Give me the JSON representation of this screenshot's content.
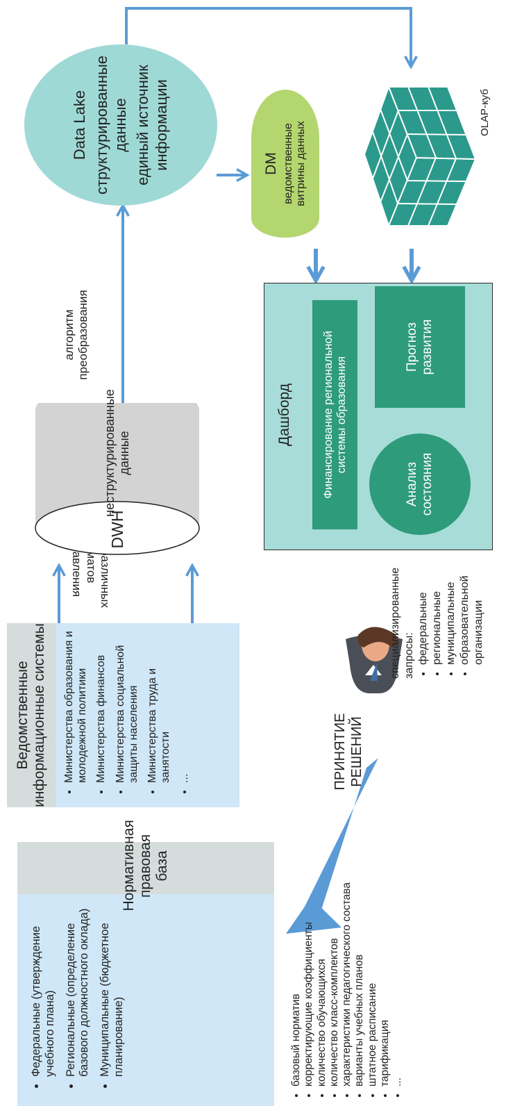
{
  "normative": {
    "title": "Нормативная правовая база",
    "items": [
      "Федеральные (утверждение учебного плана)",
      "Региональные (определение базового должностного оклада)",
      "Муниципальные (бюджетное планирование)"
    ]
  },
  "systems": {
    "title": "Ведомственные информационные системы",
    "items": [
      "Министерства образования и молодежной политики",
      "Министерства финансов",
      "Министерства социальной защиты населения",
      "Министерства труда и занятости",
      "..."
    ]
  },
  "formats_label": "Данные различных форматов представления",
  "dwh": {
    "title": "DWH",
    "subtitle": "неструктурированные данные"
  },
  "algorithm_label": "алгоритм преобразования",
  "data_lake": {
    "title": "Data Lake",
    "line1": "структурированные данные",
    "line2": "единый источник информации"
  },
  "dm": {
    "title": "DM",
    "subtitle": "ведомственные витрины данных"
  },
  "olap_label": "OLAP-куб",
  "dashboard": {
    "title": "Дашборд",
    "financing": "Финансирование региональной системы образования",
    "forecast": "Прогноз развития",
    "analysis": "Анализ состояния"
  },
  "requests": {
    "title": "специализированные запросы:",
    "items": [
      "федеральные",
      "региональные",
      "муниципальные",
      "образовательной организации"
    ]
  },
  "decision_label": "ПРИНЯТИЕ РЕШЕНИЙ",
  "parameters": [
    "базовый норматив",
    "корректирующие коэффициенты",
    "количество обучающихся",
    "количество класс-комплектов",
    "характеристики педагогического состава",
    "варианты учебных планов",
    "штатное расписание",
    "тарификация",
    "..."
  ],
  "colors": {
    "arrow": "#5b9bd5",
    "header_gray": "#d5dcdc",
    "panel_blue": "#cfe7f7",
    "lake": "#9fd9d6",
    "dm_green": "#b4d66f",
    "cube_teal": "#2b9a8c",
    "dashboard_bg": "#a8dcd9",
    "dashboard_teal": "#2e9b7b",
    "dwh_gray": "#d3d3d3"
  }
}
